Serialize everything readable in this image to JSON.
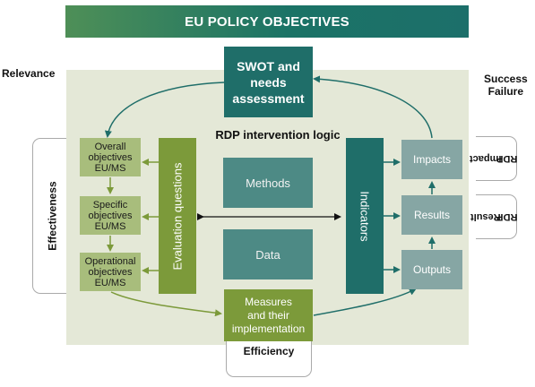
{
  "banner": {
    "title": "EU POLICY OBJECTIVES"
  },
  "side_labels": {
    "relevance": "Relevance",
    "success": "Success",
    "failure": "Failure",
    "effectiveness": "Effectiveness",
    "efficiency": "Efficiency"
  },
  "swot": {
    "line1": "SWOT and",
    "line2": "needs",
    "line3": "assessment"
  },
  "center_title": "RDP intervention logic",
  "objectives": [
    {
      "line1": "Overall",
      "line2": "objectives",
      "line3": "EU/MS"
    },
    {
      "line1": "Specific",
      "line2": "objectives",
      "line3": "EU/MS"
    },
    {
      "line1": "Operational",
      "line2": "objectives",
      "line3": "EU/MS"
    }
  ],
  "evaluation_questions": "Evaluation questions",
  "methods": "Methods",
  "data_box": "Data",
  "indicators": "Indicators",
  "results_chain": {
    "impacts": "Impacts",
    "results": "Results",
    "outputs": "Outputs"
  },
  "measures": {
    "line1": "Measures",
    "line2": "and their",
    "line3": "implementation"
  },
  "rdp_tabs": {
    "impact": {
      "line1": "RDP",
      "line2": "Impact"
    },
    "result": {
      "line1": "RDP",
      "line2": "Result"
    }
  },
  "colors": {
    "dark_teal": "#1f6e69",
    "olive_green": "#7c9a3a",
    "light_green": "#a8bd7c",
    "muted_teal": "#4d8a85",
    "grey_teal": "#86a6a4",
    "panel_bg": "#e4e8d7"
  }
}
